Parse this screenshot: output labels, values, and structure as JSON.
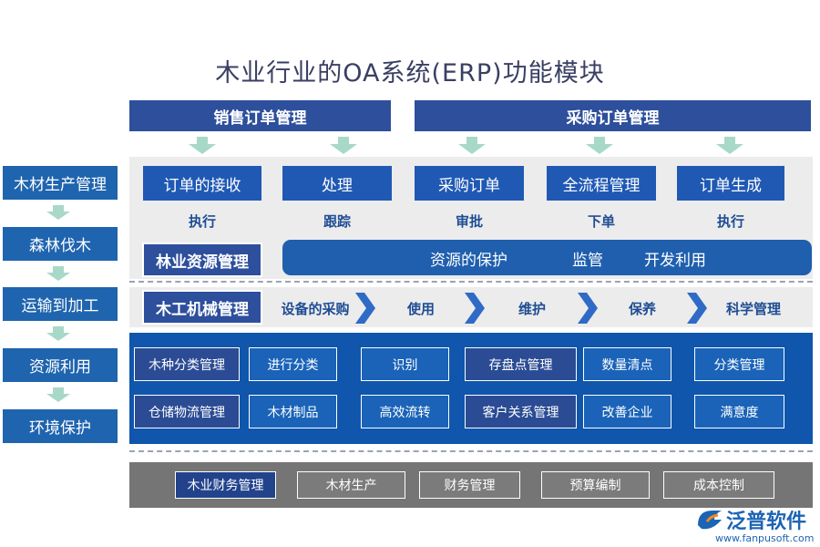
{
  "title": "木业行业的OA系统(ERP)功能模块",
  "top_headers": [
    "销售订单管理",
    "采购订单管理"
  ],
  "order_row": {
    "buttons": [
      "订单的接收",
      "处理",
      "采购订单",
      "全流程管理",
      "订单生成"
    ],
    "sublabels": [
      "执行",
      "跟踪",
      "审批",
      "下单",
      "执行"
    ]
  },
  "sidebar": [
    "木材生产管理",
    "森林伐木",
    "运输到加工",
    "资源利用",
    "环境保护"
  ],
  "forest": {
    "label": "林业资源管理",
    "items": [
      "资源的保护",
      "监管",
      "开发利用"
    ]
  },
  "machinery": {
    "label": "木工机械管理",
    "steps": [
      "设备的采购",
      "使用",
      "维护",
      "保养",
      "科学管理"
    ]
  },
  "grid": {
    "row1": [
      "木种分类管理",
      "进行分类",
      "识别",
      "存盘点管理",
      "数量清点",
      "分类管理"
    ],
    "row2": [
      "仓储物流管理",
      "木材制品",
      "高效流转",
      "客户关系管理",
      "改善企业",
      "满意度"
    ]
  },
  "bottom": [
    "木业财务管理",
    "木材生产",
    "财务管理",
    "预算编制",
    "成本控制"
  ],
  "logo": {
    "name": "泛普软件",
    "url": "www.fanpusoft.com"
  },
  "colors": {
    "navy": "#2d4f9c",
    "blue": "#2059b4",
    "panel_blue": "#0f56ac",
    "mint_arrow": "#a8d8c8",
    "bottom_gray": "#757575"
  }
}
